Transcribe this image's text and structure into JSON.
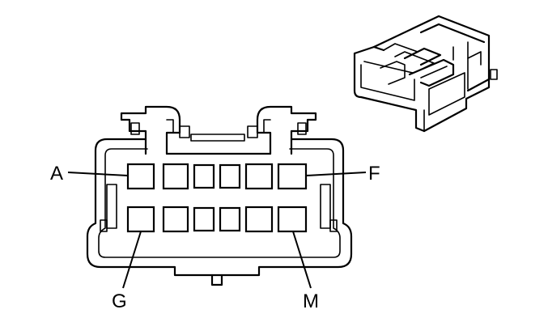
{
  "diagram": {
    "pin_labels": {
      "a": "A",
      "f": "F",
      "g": "G",
      "m": "M"
    }
  }
}
